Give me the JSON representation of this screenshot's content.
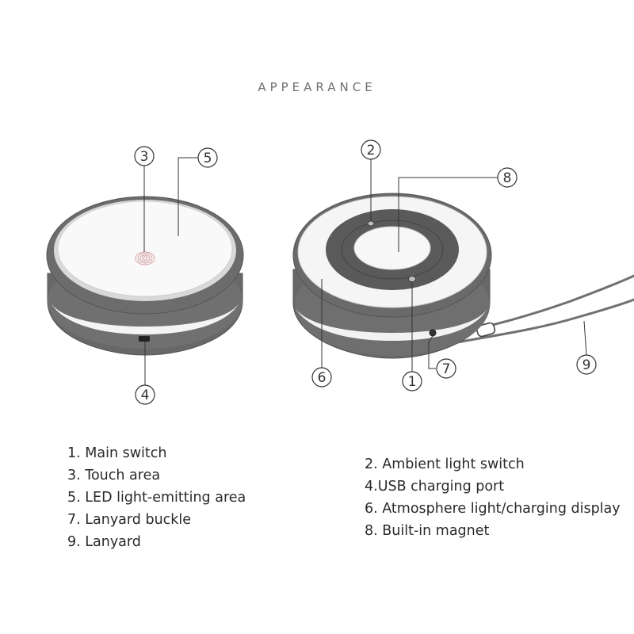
{
  "heading": "APPEARANCE",
  "callouts": {
    "c1": "1",
    "c2": "2",
    "c3": "3",
    "c4": "4",
    "c5": "5",
    "c6": "6",
    "c7": "7",
    "c8": "8",
    "c9": "9"
  },
  "legend_left": [
    "1. Main switch",
    "3. Touch area",
    "5. LED light-emitting area",
    "7. Lanyard buckle",
    "9. Lanyard"
  ],
  "legend_right": [
    "2. Ambient light switch",
    "4.USB charging port",
    "6. Atmosphere light/charging display",
    "8. Built-in magnet"
  ],
  "colors": {
    "body_gray": "#6b6b6b",
    "dark_ring": "#5a5a5a",
    "led_white": "#f7f7f7",
    "line": "#333333"
  }
}
